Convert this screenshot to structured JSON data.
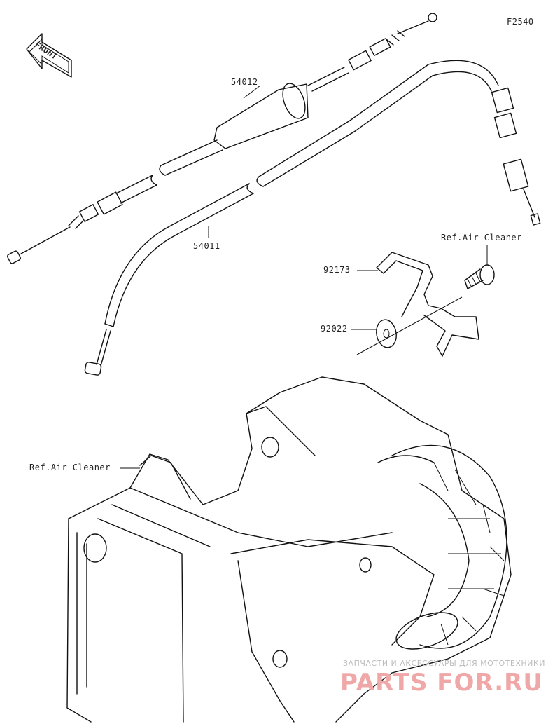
{
  "figure_code": "F2540",
  "front_label": "FRONT",
  "parts": {
    "p54012": "54012",
    "p54011": "54011",
    "p92173": "92173",
    "p92022": "92022"
  },
  "refs": {
    "air_cleaner_top": "Ref.Air Cleaner",
    "air_cleaner_left": "Ref.Air Cleaner"
  },
  "watermark": {
    "tagline": "ЗАПЧАСТИ И АКСЕССУАРЫ ДЛЯ МОТОТЕХНИКИ",
    "brand": "PARTS FOR.RU"
  }
}
